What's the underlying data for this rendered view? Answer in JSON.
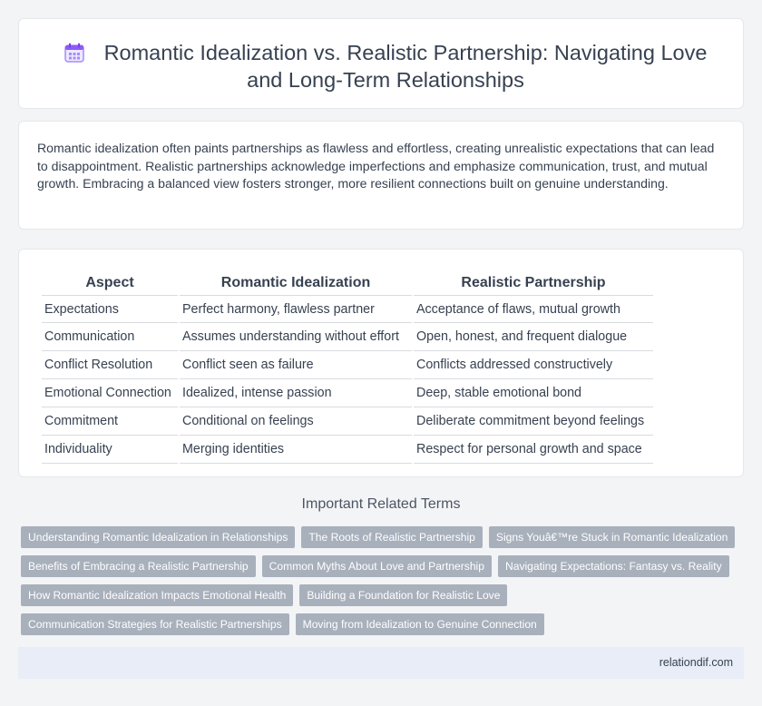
{
  "header": {
    "title": "Romantic Idealization vs. Realistic Partnership: Navigating Love and Long-Term Relationships",
    "icon": "calendar-icon"
  },
  "intro": {
    "text": "Romantic idealization often paints partnerships as flawless and effortless, creating unrealistic expectations that can lead to disappointment. Realistic partnerships acknowledge imperfections and emphasize communication, trust, and mutual growth. Embracing a balanced view fosters stronger, more resilient connections built on genuine understanding."
  },
  "table": {
    "headers": [
      "Aspect",
      "Romantic Idealization",
      "Realistic Partnership"
    ],
    "rows": [
      [
        "Expectations",
        "Perfect harmony, flawless partner",
        "Acceptance of flaws, mutual growth"
      ],
      [
        "Communication",
        "Assumes understanding without effort",
        "Open, honest, and frequent dialogue"
      ],
      [
        "Conflict Resolution",
        "Conflict seen as failure",
        "Conflicts addressed constructively"
      ],
      [
        "Emotional Connection",
        "Idealized, intense passion",
        "Deep, stable emotional bond"
      ],
      [
        "Commitment",
        "Conditional on feelings",
        "Deliberate commitment beyond feelings"
      ],
      [
        "Individuality",
        "Merging identities",
        "Respect for personal growth and space"
      ]
    ]
  },
  "related": {
    "title": "Important Related Terms",
    "rows": [
      [
        "Understanding Romantic Idealization in Relationships",
        "The Roots of Realistic Partnership",
        "Signs Youâ€™re Stuck in Romantic Idealization"
      ],
      [
        "Benefits of Embracing a Realistic Partnership",
        "Common Myths About Love and Partnership",
        "Navigating Expectations: Fantasy vs. Reality"
      ],
      [
        "How Romantic Idealization Impacts Emotional Health",
        "Building a Foundation for Realistic Love"
      ],
      [
        "Communication Strategies for Realistic Partnerships",
        "Moving from Idealization to Genuine Connection"
      ]
    ]
  },
  "footer": {
    "text": "relationdif.com"
  },
  "colors": {
    "background": "#f3f4f6",
    "card": "#ffffff",
    "chip": "#a8b0bc",
    "footer_bar": "#e8edf7",
    "icon_accent": "#a78bfa"
  }
}
